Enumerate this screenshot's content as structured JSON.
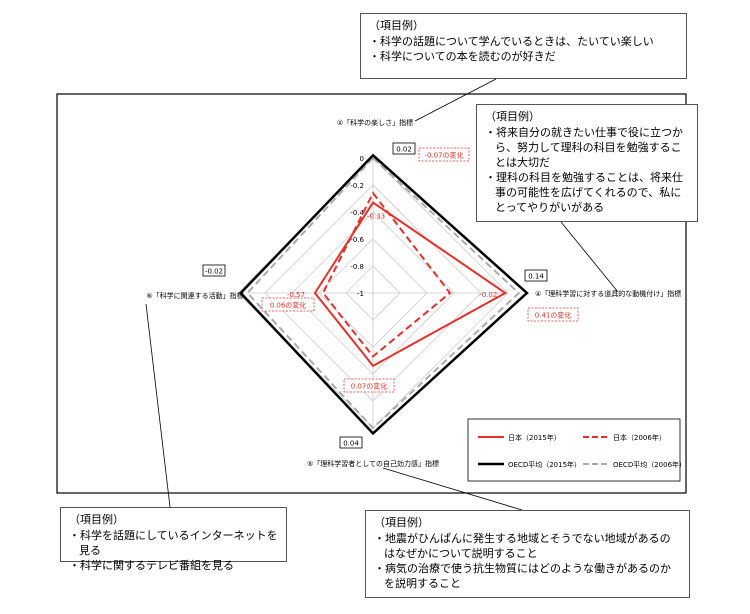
{
  "chart_data": {
    "type": "radar",
    "axes": [
      {
        "label": "②「科学の楽しさ」指標",
        "oecd_value": "0.02"
      },
      {
        "label": "④「理科学習に対する道具的な動機付け」指標",
        "oecd_value": "0.14"
      },
      {
        "label": "⑤「理科学習者としての自己効力感」指標",
        "oecd_value": "0.04"
      },
      {
        "label": "⑥「科学に関連する活動」指標",
        "oecd_value": "-0.02"
      }
    ],
    "scale": {
      "min": -1,
      "max": 0,
      "ticks": [
        "0",
        "-0.2",
        "-0.4",
        "-0.6",
        "-0.8",
        "-1"
      ]
    },
    "series": [
      {
        "name": "日本（2015年）",
        "color": "#e8302a",
        "dash": false,
        "width": 2,
        "values": [
          -0.33,
          -0.02,
          -0.46,
          -0.57
        ],
        "data_labels": [
          "-0.33",
          "-0.02",
          "-0.46",
          "-0.57"
        ]
      },
      {
        "name": "日本（2006年）",
        "color": "#e8302a",
        "dash": true,
        "width": 2,
        "values": [
          -0.26,
          -0.43,
          -0.53,
          -0.63
        ]
      },
      {
        "name": "OECD平均（2015年）",
        "color": "#000000",
        "dash": false,
        "width": 2.5,
        "values": [
          0.02,
          0.14,
          0.04,
          -0.02
        ]
      },
      {
        "name": "OECD平均（2006年）",
        "color": "#aaaaaa",
        "dash": true,
        "width": 2,
        "values": [
          0.0,
          0.08,
          0.0,
          -0.07
        ]
      }
    ],
    "change_labels": [
      "-0.07の変化",
      "0.41の変化",
      "0.07の変化",
      "0.06の変化"
    ]
  },
  "callouts": {
    "top": {
      "title": "（項目例）",
      "items": [
        "科学の話題について学んでいるときは、たいてい楽しい",
        "科学についての本を読むのが好きだ"
      ]
    },
    "right": {
      "title": "（項目例）",
      "items": [
        "将来自分の就きたい仕事で役に立つから、努力して理科の科目を勉強することは大切だ",
        "理科の科目を勉強することは、将来仕事の可能性を広げてくれるので、私にとってやりがいがある"
      ]
    },
    "bottom_left": {
      "title": "（項目例）",
      "items": [
        "科学を話題にしているインターネットを見る",
        "科学に関するテレビ番組を見る"
      ]
    },
    "bottom_right": {
      "title": "（項目例）",
      "items": [
        "地震がひんぱんに発生する地域とそうでない地域があるのはなぜかについて説明すること",
        "病気の治療で使う抗生物質にはどのような働きがあるのかを説明すること"
      ]
    }
  },
  "colors": {
    "japan": "#e8302a",
    "oecd_2015": "#000000",
    "oecd_2006": "#aaaaaa",
    "grid": "#cccccc"
  }
}
